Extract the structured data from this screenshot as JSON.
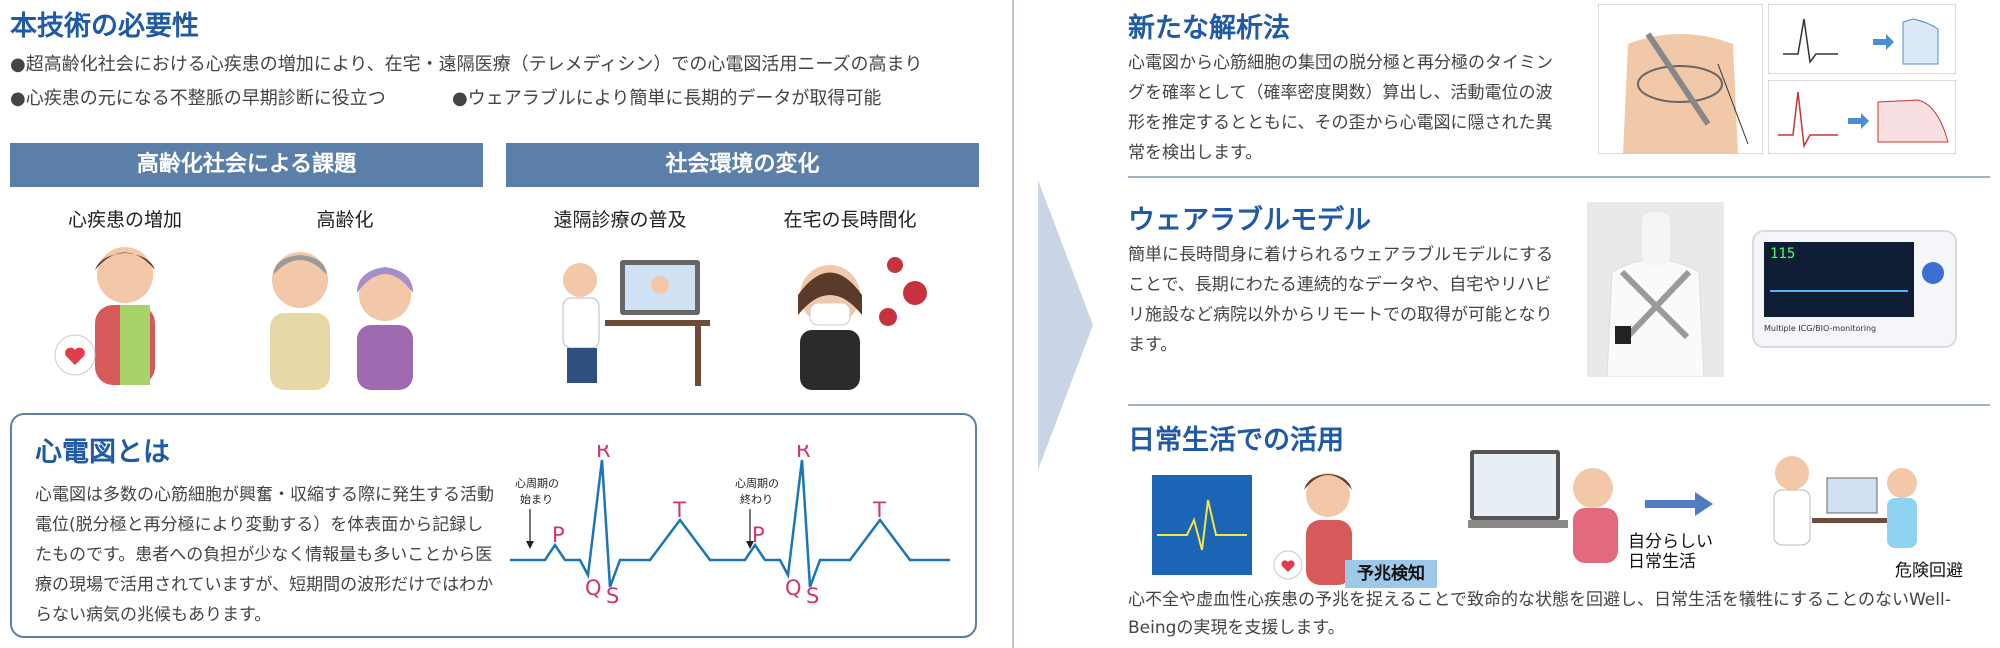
{
  "left": {
    "title": "本技術の必要性",
    "bullets": [
      "●超高齢化社会における心疾患の増加により、在宅・遠隔医療（テレメディシン）での心電図活用ニーズの高まり",
      "●心疾患の元になる不整脈の早期診断に役立つ",
      "●ウェアラブルにより簡単に長期的データが取得可能"
    ],
    "band1": "高齢化社会による課題",
    "band2": "社会環境の変化",
    "labels": [
      "心疾患の増加",
      "高齢化",
      "遠隔診療の普及",
      "在宅の長時間化"
    ]
  },
  "ecg": {
    "title": "心電図とは",
    "text": "心電図は多数の心筋細胞が興奮・収縮する際に発生する活動電位(脱分極と再分極により変動する）を体表面から記録したものです。患者への負担が少なく情報量も多いことから医療の現場で活用されていますが、短期間の波形だけではわからない病気の兆候もあります。",
    "annot_start": [
      "心周期の",
      "始まり"
    ],
    "annot_end": [
      "心周期の",
      "終わり"
    ],
    "waves": [
      "P",
      "R",
      "Q",
      "S",
      "T",
      "P",
      "R",
      "Q",
      "S",
      "T"
    ]
  },
  "right": {
    "s1": {
      "title": "新たな解析法",
      "text": "心電図から心筋細胞の集団の脱分極と再分極のタイミングを確率として（確率密度関数）算出し、活動電位の波形を推定するとともに、その歪から心電図に隠された異常を検出します。"
    },
    "s2": {
      "title": "ウェアラブルモデル",
      "text": "簡単に長時間身に着けられるウェアラブルモデルにすることで、長期にわたる連続的なデータや、自宅やリハビリ施設など病院以外からリモートでの取得が可能となります。",
      "device_reading": "115",
      "device_caption": "Multiple ICG/BIO-monitoring"
    },
    "s3": {
      "title": "日常生活での活用",
      "tag1": "予兆検知",
      "tag2": "自分らしい日常生活",
      "tag3": "危険回避",
      "text": "心不全や虚血性心疾患の予兆を捉えることで致命的な状態を回避し、日常生活を犠牲にすることのないWell-Beingの実現を支援します。"
    }
  },
  "colors": {
    "heading": "#1f5aa6",
    "band": "#5b7fa9",
    "ecg_line": "#1b76b8",
    "ecg_label": "#d2356b"
  }
}
